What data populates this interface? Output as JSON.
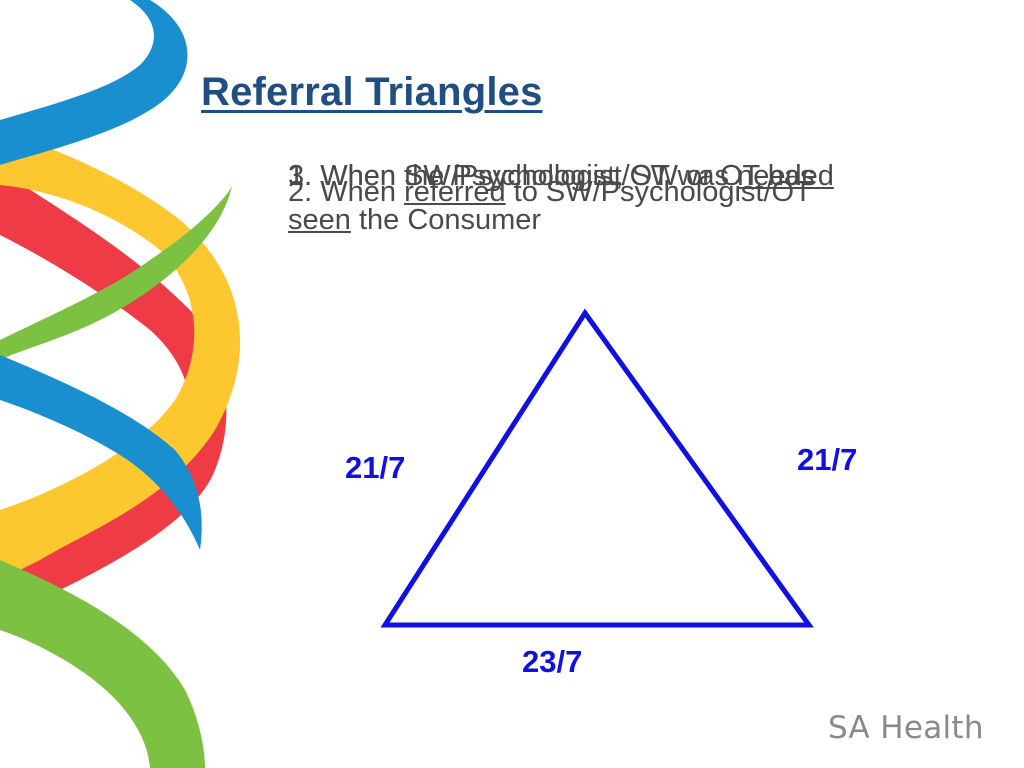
{
  "slide": {
    "title": "Referral Triangles"
  },
  "items": [
    {
      "text_pre": "1. When SW/Psychologist/OT was ",
      "text_ul": "needed",
      "text_post": ""
    },
    {
      "text_pre": "2. When ",
      "text_ul": "referred",
      "text_post": " to SW/Psychologist/OT"
    },
    {
      "line1": "3. When the Psychologist, SW or OT has",
      "line2_ul": "seen",
      "line2_post": " the Consumer"
    }
  ],
  "triangle": {
    "color": "#1010e0",
    "left_label": "21/7",
    "right_label": "21/7",
    "bottom_label": "23/7"
  },
  "brand": {
    "text": "SA Health"
  },
  "colors": {
    "title": "#1f4f82",
    "ribbon_blue": "#1a8fd0",
    "ribbon_red": "#ee3b45",
    "ribbon_yellow": "#fdc82f",
    "ribbon_green": "#7dc142"
  }
}
